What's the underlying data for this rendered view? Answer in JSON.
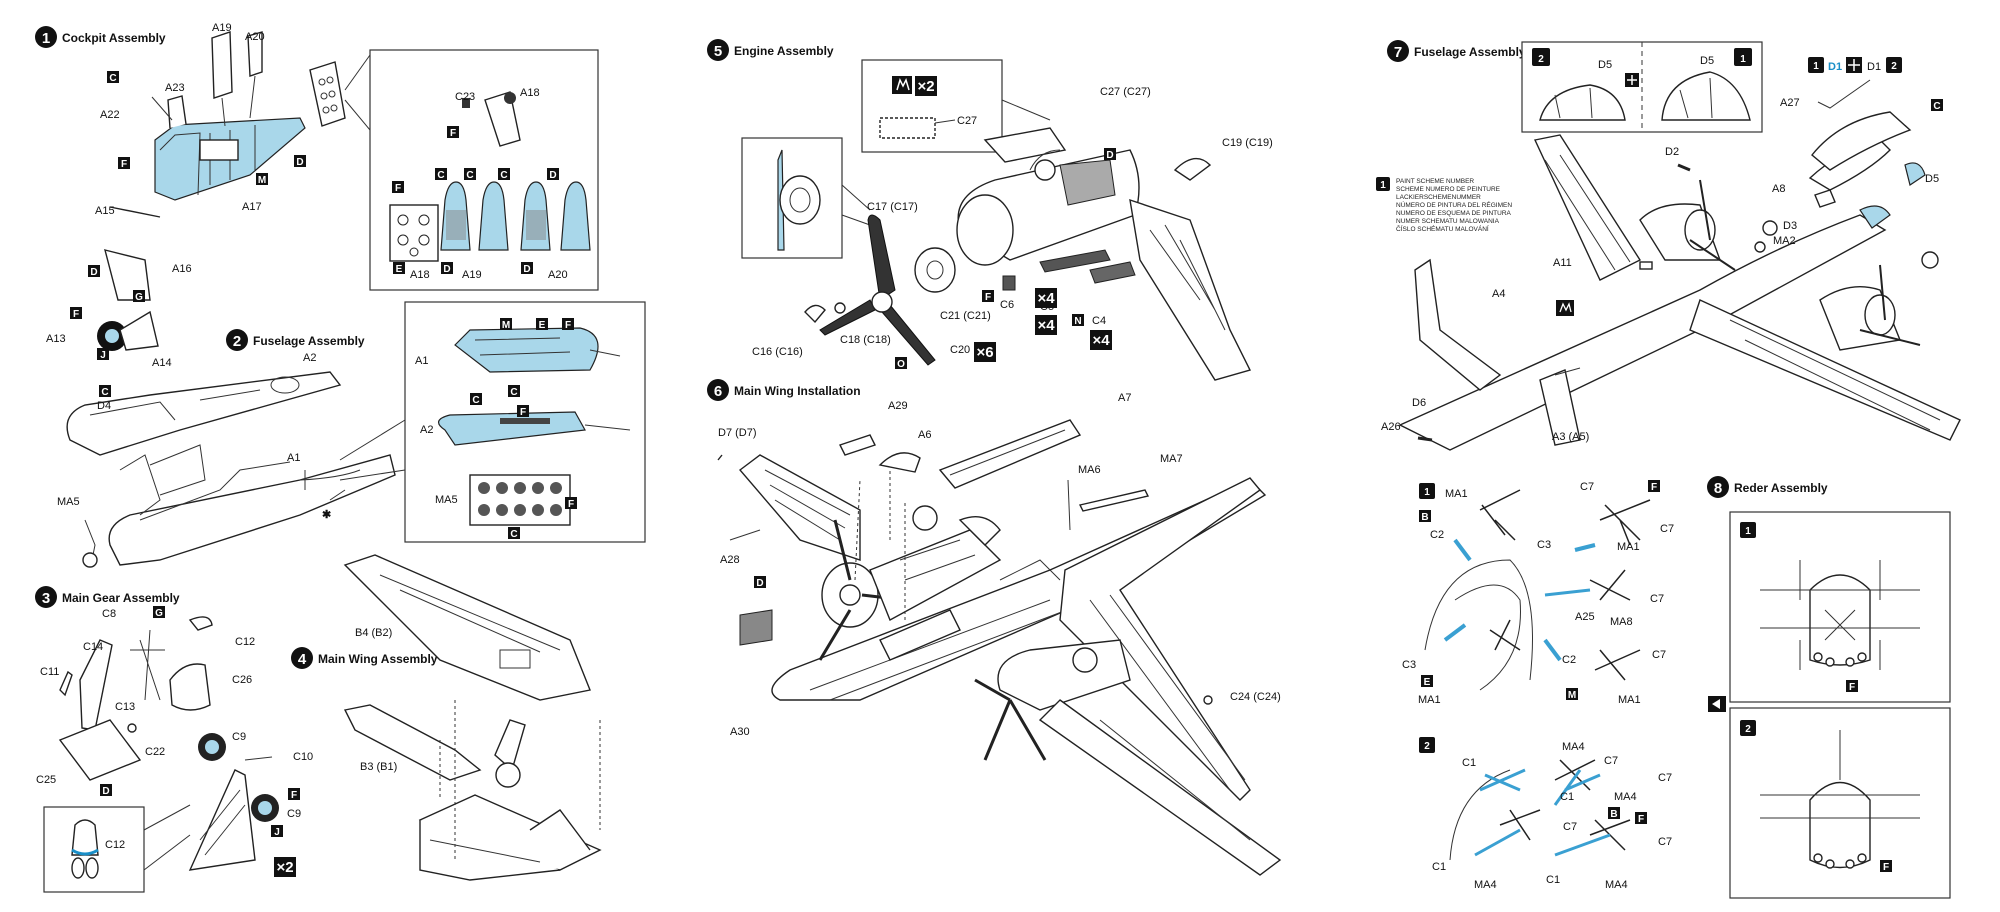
{
  "sections": {
    "s1": {
      "num": "1",
      "title": "Cockpit Assembly"
    },
    "s2": {
      "num": "2",
      "title": "Fuselage Assembly"
    },
    "s3": {
      "num": "3",
      "title": "Main Gear Assembly"
    },
    "s4": {
      "num": "4",
      "title": "Main Wing Assembly"
    },
    "s5": {
      "num": "5",
      "title": "Engine Assembly"
    },
    "s6": {
      "num": "6",
      "title": "Main Wing Installation"
    },
    "s7": {
      "num": "7",
      "title": "Fuselage Assembly"
    },
    "s8": {
      "num": "8",
      "title": "Reder Assembly"
    }
  },
  "labels": {
    "a19": "A19",
    "a20": "A20",
    "a23": "A23",
    "a22": "A22",
    "a15": "A15",
    "a16": "A16",
    "a17": "A17",
    "a13": "A13",
    "a14": "A14",
    "c23": "C23",
    "a18": "A18",
    "a18b": "A18",
    "a19b": "A19",
    "a20b": "A20",
    "a2": "A2",
    "d4": "D4",
    "ma5": "MA5",
    "a1": "A1",
    "a1b": "A1",
    "a2b": "A2",
    "ma5b": "MA5",
    "c8": "C8",
    "c12": "C12",
    "c14": "C14",
    "c11": "C11",
    "c13": "C13",
    "c26": "C26",
    "c22": "C22",
    "c25": "C25",
    "c9": "C9",
    "c10": "C10",
    "c9b": "C9",
    "c12b": "C12",
    "b4": "B4 (B2)",
    "b3": "B3 (B1)",
    "c27": "C27",
    "c27b": "C27 (C27)",
    "c19": "C19 (C19)",
    "c17": "C17 (C17)",
    "c21": "C21 (C21)",
    "c6": "C6",
    "c5": "C5",
    "c4": "C4",
    "c16": "C16 (C16)",
    "c18": "C18 (C18)",
    "c20": "C20",
    "d7": "D7 (D7)",
    "a29": "A29",
    "a6": "A6",
    "a7": "A7",
    "ma6": "MA6",
    "ma7": "MA7",
    "a28": "A28",
    "a30": "A30",
    "c24": "C24 (C24)",
    "d5": "D5",
    "d5b": "D5",
    "d1": "D1",
    "d1b": "D1",
    "a27": "A27",
    "d5c": "D5",
    "d2": "D2",
    "a8": "A8",
    "d3": "D3",
    "ma2": "MA2",
    "a11": "A11",
    "a4": "A4",
    "d6": "D6",
    "a26": "A26",
    "a3": "A3 (A5)",
    "ma1": "MA1",
    "c7": "C7",
    "c2": "C2",
    "c3": "C3",
    "ma1b": "MA1",
    "a25": "A25",
    "ma8": "MA8",
    "c7b": "C7",
    "c3b": "C3",
    "c2b": "C2",
    "c7c": "C7",
    "ma1c": "MA1",
    "ma1d": "MA1",
    "ma4": "MA4",
    "c1": "C1",
    "c7d": "C7",
    "c7e": "C7",
    "c1b": "C1",
    "ma4b": "MA4",
    "c7f": "C7",
    "c1c": "C1",
    "c1d": "C1",
    "ma4c": "MA4",
    "ma4d": "MA4",
    "c7g": "C7"
  },
  "boxes": {
    "c": "C",
    "f": "F",
    "d": "D",
    "m": "M",
    "g": "G",
    "j": "J",
    "e": "E",
    "n": "N",
    "o": "O",
    "b": "B"
  },
  "multipliers": {
    "x2": "×2",
    "x4": "×4",
    "x6": "×6"
  },
  "legend": {
    "lines": [
      "PAINT SCHEME NUMBER",
      "SCHEME NUMERO DE PEINTURE",
      "LACKIERSCHEMENUMMER",
      "NÚMERO DE PINTURA DEL RÉGIMEN",
      "NUMERO DE ESQUEMA DE PINTURA",
      "NUMER SCHEMATU MALOWANIA",
      "ČÍSLO SCHÉMATU MALOVÁNÍ"
    ]
  },
  "colors": {
    "accent": "#a9d7ea",
    "ink": "#111111",
    "highlight": "#1a8fc8"
  }
}
